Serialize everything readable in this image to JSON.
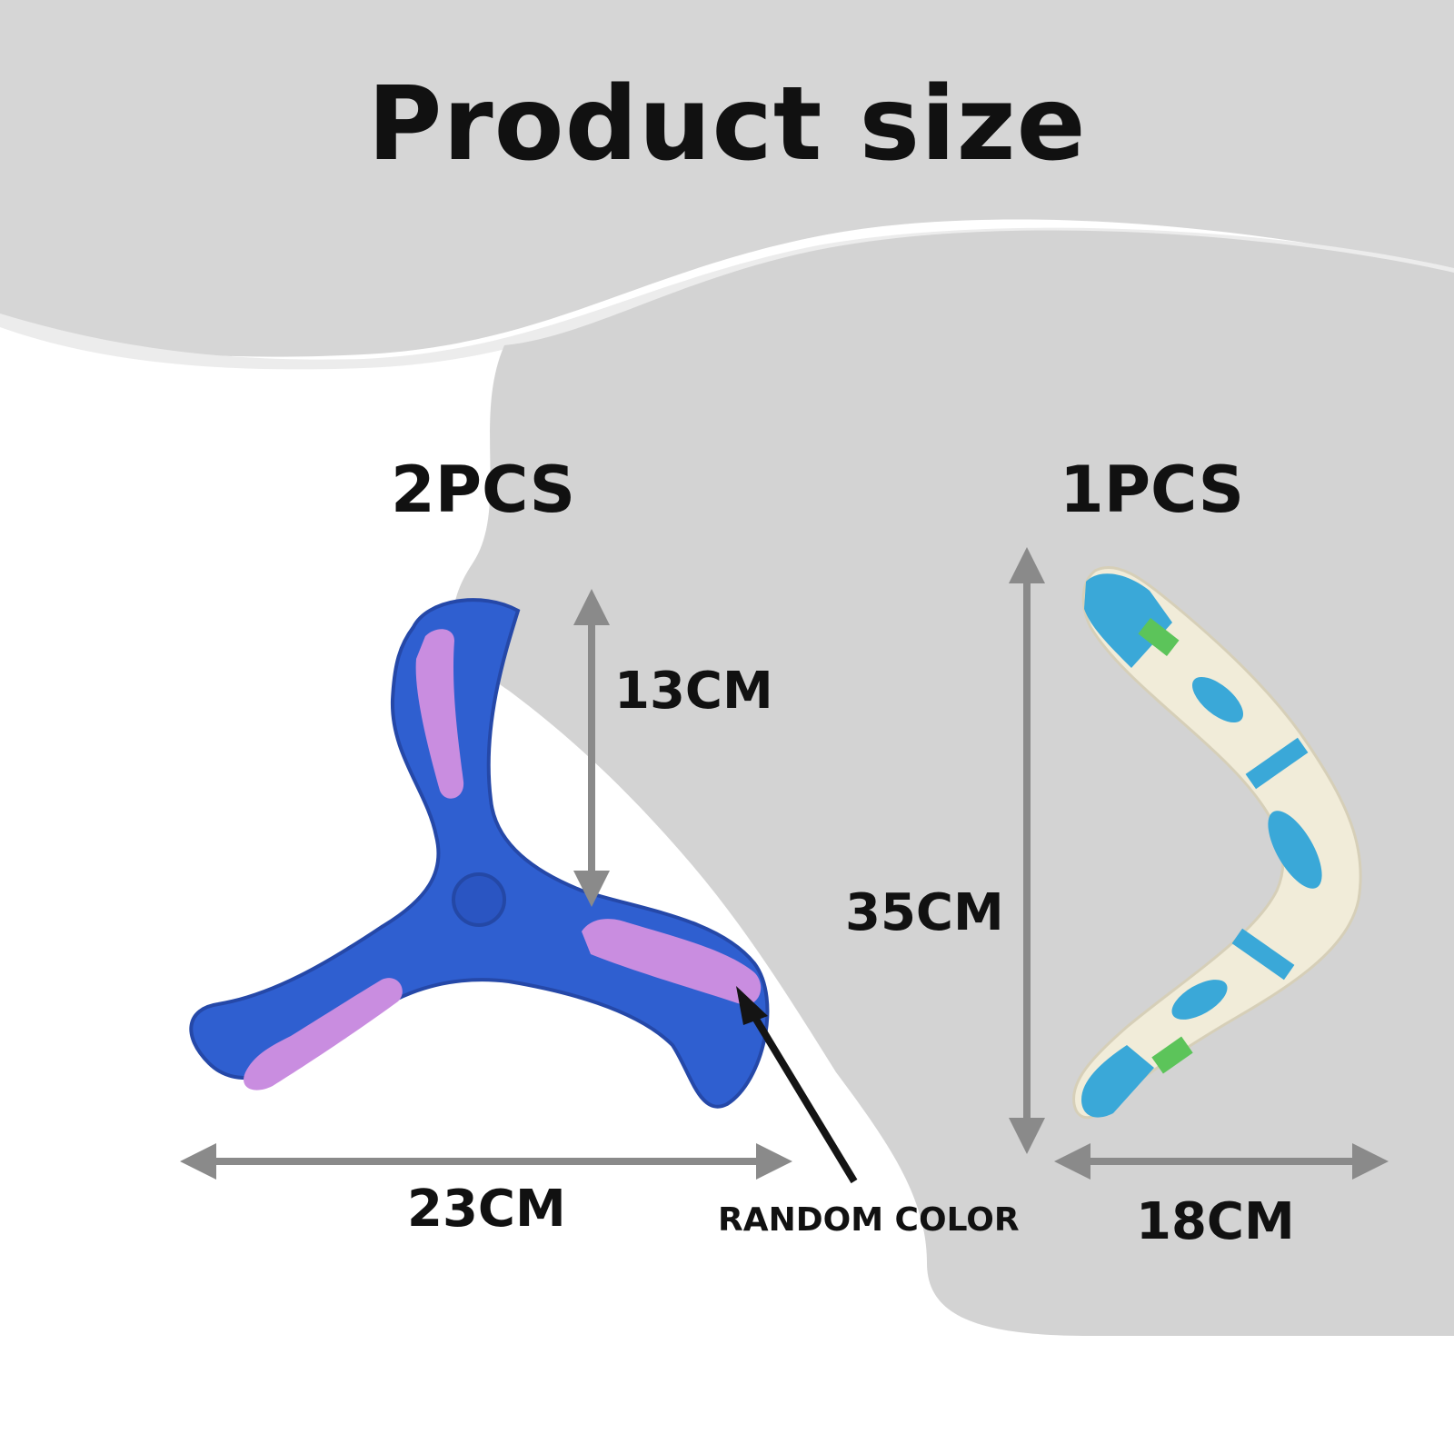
{
  "title": "Product size",
  "left_product": {
    "quantity": "2PCS",
    "height_label": "13CM",
    "width_label": "23CM",
    "note": "RANDOM COLOR"
  },
  "right_product": {
    "quantity": "1PCS",
    "height_label": "35CM",
    "width_label": "18CM"
  },
  "colors": {
    "background_gray": "#d6d6d6",
    "wave_highlight": "#ebebeb",
    "arrow_gray": "#8a8a8a",
    "tri_blue": "#2f5fd0",
    "tri_pink": "#c98de0",
    "boomerang_cream": "#f1ecd9",
    "boomerang_teal": "#3aa8d8",
    "boomerang_green": "#5cc45a"
  }
}
